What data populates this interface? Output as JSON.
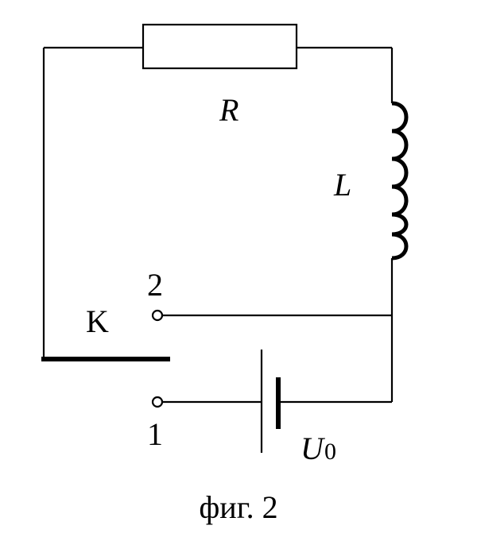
{
  "labels": {
    "resistor": "R",
    "inductor": "L",
    "switch": "K",
    "contact_2": "2",
    "contact_1": "1",
    "voltage_main": "U",
    "voltage_sub": "0",
    "caption": "фиг. 2"
  }
}
